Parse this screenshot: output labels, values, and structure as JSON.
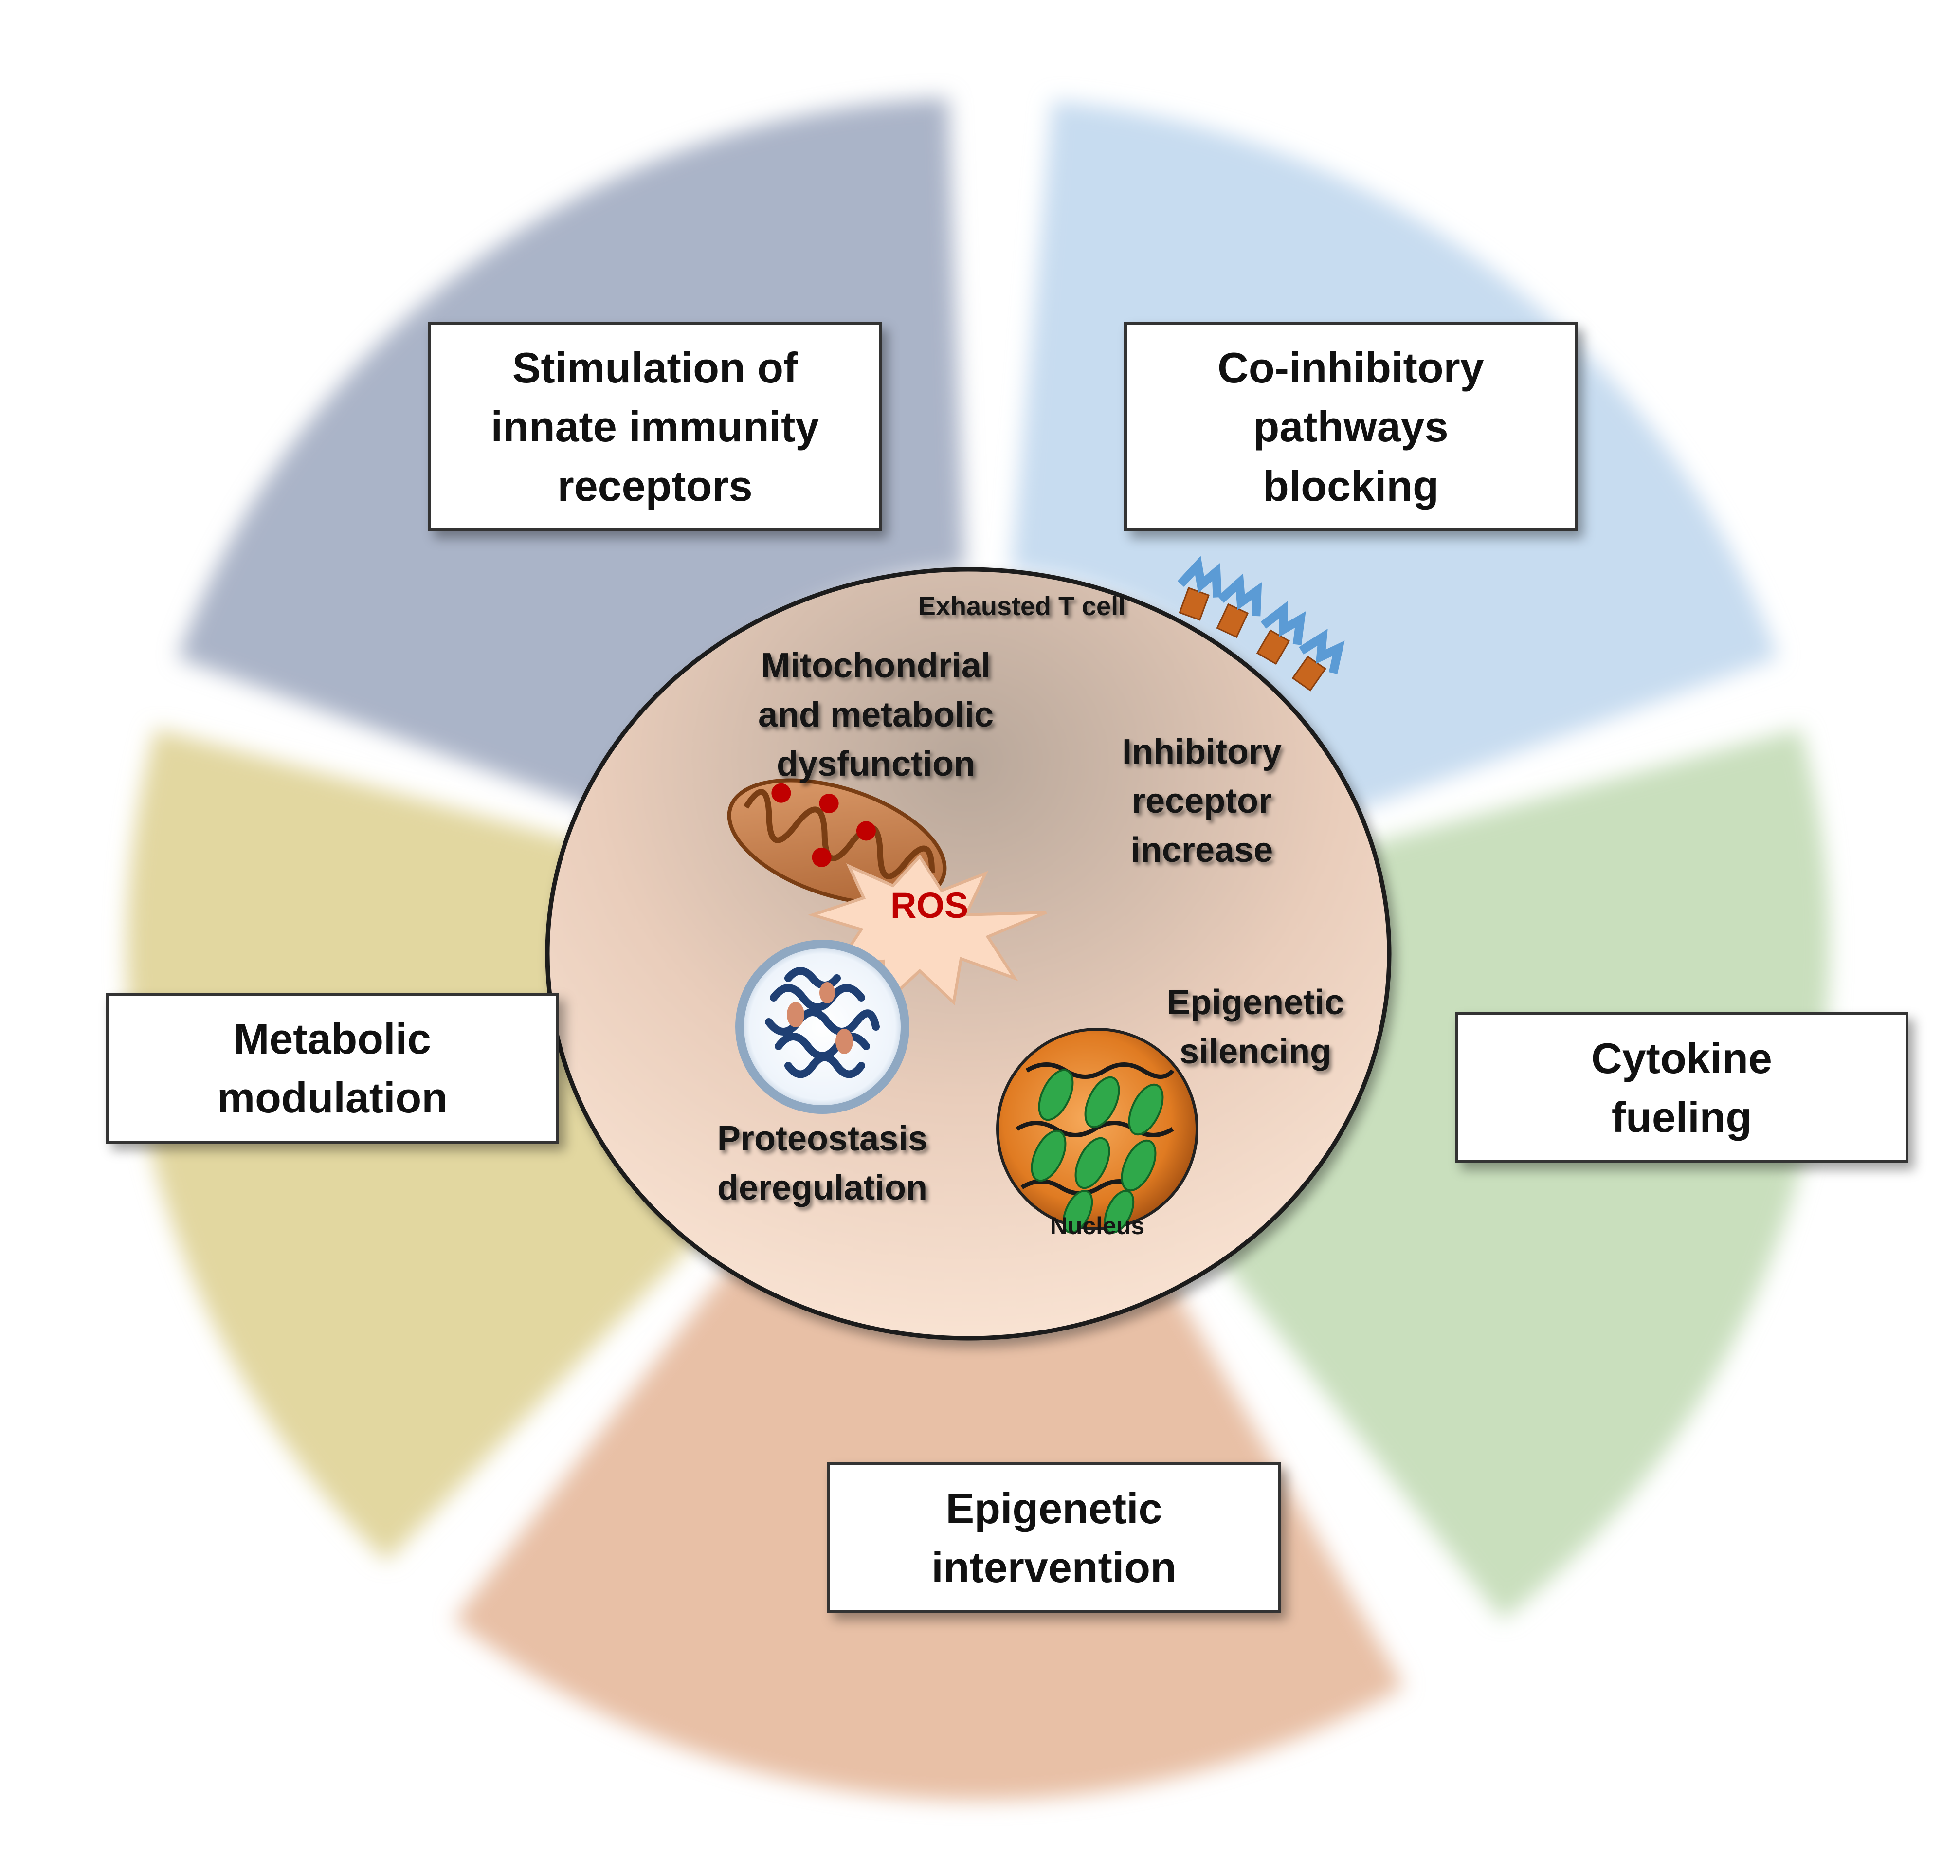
{
  "strategies": {
    "innate": [
      "Stimulation of",
      "innate immunity",
      "receptors"
    ],
    "coinhibitory": [
      "Co-inhibitory",
      "pathways",
      "blocking"
    ],
    "metabolic": [
      "Metabolic",
      "modulation"
    ],
    "cytokine": [
      "Cytokine",
      "fueling"
    ],
    "epigenetic": [
      "Epigenetic",
      "intervention"
    ]
  },
  "cell": {
    "title": "Exhausted T cell",
    "mito": [
      "Mitochondrial",
      "and metabolic",
      "dysfunction"
    ],
    "inhibitory": [
      "Inhibitory",
      "receptor",
      "increase"
    ],
    "ros": "ROS",
    "epigenetic": [
      "Epigenetic",
      "silencing"
    ],
    "proteostasis": [
      "Proteostasis",
      "deregulation"
    ],
    "nucleus": "Nucleus"
  },
  "colors": {
    "innate_sector": "#aab4c8",
    "coinhibitory_sector": "#c7dcf0",
    "cytokine_sector": "#c9dfbd",
    "epigenetic_sector": "#e8c0a6",
    "metabolic_sector": "#e2d7a0",
    "receptor_blue": "#5b9bd5",
    "receptor_orange": "#d2691e",
    "ros_text": "#c00000",
    "chromatin_green": "#2fa84a"
  }
}
